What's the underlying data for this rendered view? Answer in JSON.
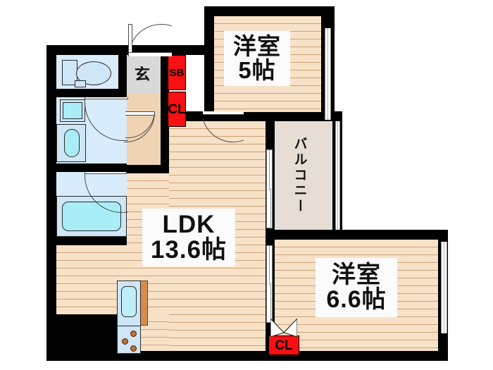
{
  "plan": {
    "title": "間取り図",
    "rooms": [
      {
        "id": "bedroom-1",
        "name": "洋室",
        "size": "5帖",
        "type": "western-bedroom"
      },
      {
        "id": "ldk",
        "name": "LDK",
        "size": "13.6帖",
        "type": "living-dining-kitchen"
      },
      {
        "id": "bedroom-2",
        "name": "洋室",
        "size": "6.6帖",
        "type": "western-bedroom"
      },
      {
        "id": "balcony",
        "name": "バルコニー",
        "size": "",
        "type": "balcony"
      },
      {
        "id": "entrance",
        "name": "玄",
        "size": "",
        "type": "genkan"
      }
    ],
    "storage": [
      {
        "id": "shoe-box",
        "label": "SB",
        "orientation": "vertical"
      },
      {
        "id": "closet-entrance",
        "label": "CL",
        "orientation": "vertical"
      },
      {
        "id": "closet-bedroom2",
        "label": "CL",
        "orientation": "horizontal"
      }
    ],
    "fixtures": [
      {
        "id": "toilet",
        "label": "toilet"
      },
      {
        "id": "wash-basin",
        "label": "wash-basin"
      },
      {
        "id": "washing-machine",
        "label": "washing-machine"
      },
      {
        "id": "bathtub",
        "label": "bathtub"
      },
      {
        "id": "kitchen-sink",
        "label": "kitchen-sink"
      },
      {
        "id": "stove",
        "label": "stove"
      }
    ],
    "labels": {
      "bedroom1_name": "洋室",
      "bedroom1_size": "5帖",
      "ldk_name": "LDK",
      "ldk_size": "13.6帖",
      "bedroom2_name": "洋室",
      "bedroom2_size": "6.6帖",
      "balcony_name": "バルコニー",
      "entrance_name": "玄",
      "shoebox_label": "SB",
      "closet_entry_label": "CL",
      "closet_bed2_label": "CL"
    },
    "colors": {
      "wall": "#000000",
      "wood_floor": "#f7e2c8",
      "wood_line": "#cda277",
      "balcony": "#e6ded5",
      "entrance_tile": "#d9d9d9",
      "hall": "#f0d3b2",
      "water_area": "#d9ecfb",
      "storage_red": "#fa0f12",
      "fixture_blue": "#a9eef6",
      "background": "#ffffff"
    }
  }
}
